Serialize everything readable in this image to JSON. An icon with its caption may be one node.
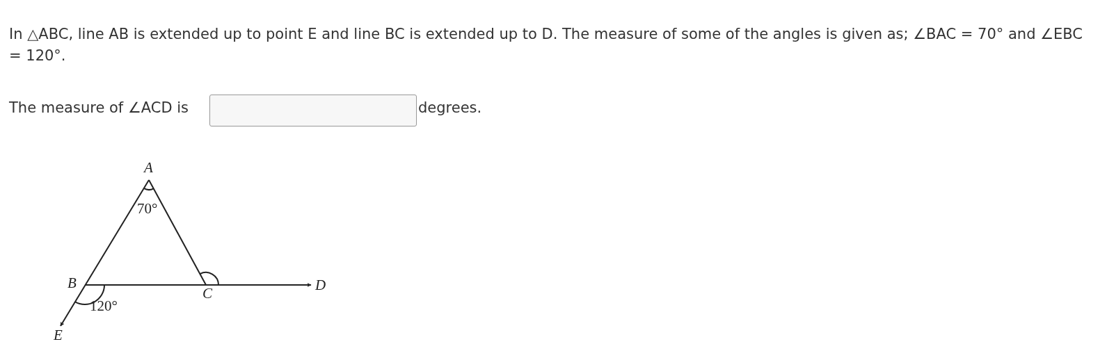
{
  "diagram": {
    "labels": [
      "In △ABC, line AB is extended up to point E and line BC is extended up to D. The measure of some of the angles is given as;  ∠BAC = 70° and ∠EBC = 120°.",
      "The measure of ∠ACD is",
      "degrees.",
      "A",
      "70°",
      "B",
      "C",
      "D",
      "120°",
      "E"
    ]
  }
}
